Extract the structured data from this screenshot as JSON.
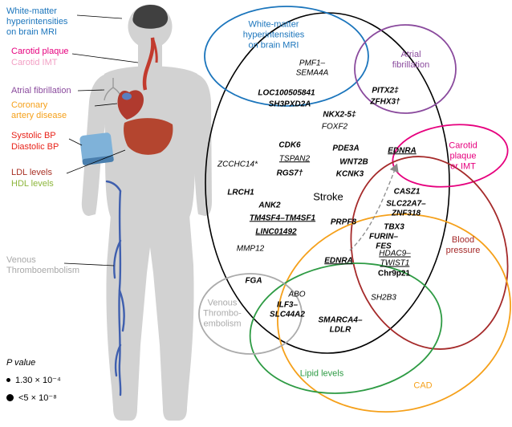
{
  "left_labels": [
    {
      "text": "White-matter\nhyperintensities\non brain MRI",
      "color": "#1b75bc"
    },
    {
      "text": "Carotid plaque",
      "color": "#e6007e"
    },
    {
      "text": "Carotid IMT",
      "color": "#f2a0c4"
    },
    {
      "text": "Atrial fibrillation",
      "color": "#8a4a9d"
    },
    {
      "text": "Coronary\nartery disease",
      "color": "#f5a01a"
    },
    {
      "text": "Systolic BP",
      "color": "#e8231a"
    },
    {
      "text": "Diastolic BP",
      "color": "#e8231a"
    },
    {
      "text": "LDL levels",
      "color": "#a93226"
    },
    {
      "text": "HDL levels",
      "color": "#8db63c"
    },
    {
      "text": "Venous\nThromboembolism",
      "color": "#a8a8a8"
    }
  ],
  "legend": {
    "title": "P value",
    "items": [
      {
        "label": "1.30 × 10⁻⁴"
      },
      {
        "label": "<5 × 10⁻⁸"
      }
    ]
  },
  "venn": {
    "sets": [
      {
        "name": "Stroke",
        "color": "#000000"
      },
      {
        "name": "White-matter hyperintensities on brain MRI",
        "color": "#1b75bc"
      },
      {
        "name": "Atrial fibrillation",
        "color": "#8a4a9d"
      },
      {
        "name": "Carotid plaque or IMT",
        "color": "#e6007e"
      },
      {
        "name": "Blood pressure",
        "color": "#a52a2a"
      },
      {
        "name": "CAD",
        "color": "#f5a01a"
      },
      {
        "name": "Lipid levels",
        "color": "#2e9b44"
      },
      {
        "name": "Venous Thromboembolism",
        "color": "#ababab"
      }
    ],
    "labels": {
      "stroke": "Stroke",
      "wmh": "White-matter\nhyperintensities\non brain MRI",
      "af": "Atrial\nfibrillation",
      "carotid": "Carotid plaque\nor IMT",
      "bp": "Blood\npressure",
      "cad": "CAD",
      "lipid": "Lipid levels",
      "vte": "Venous\nThrombo-\nembolism"
    }
  },
  "genes": [
    {
      "text": "PMF1–\nSEMA4A"
    },
    {
      "text": "LOC100505841"
    },
    {
      "text": "SH3PXD2A"
    },
    {
      "text": "NKX2-5‡"
    },
    {
      "text": "FOXF2"
    },
    {
      "text": "PITX2‡"
    },
    {
      "text": "ZFHX3†"
    },
    {
      "text": "CDK6"
    },
    {
      "text": "PDE3A"
    },
    {
      "text": "ZCCHC14*"
    },
    {
      "text": "TSPAN2"
    },
    {
      "text": "WNT2B"
    },
    {
      "text": "RGS7†"
    },
    {
      "text": "KCNK3"
    },
    {
      "text": "LRCH1"
    },
    {
      "text": "ANK2"
    },
    {
      "text": "TM4SF4–TM4SF1"
    },
    {
      "text": "PRPF8"
    },
    {
      "text": "LINC01492"
    },
    {
      "text": "MMP12"
    },
    {
      "text": "EDNRA"
    },
    {
      "text": "CASZ1"
    },
    {
      "text": "SLC22A7–\nZNF318"
    },
    {
      "text": "TBX3"
    },
    {
      "text": "FURIN–\nFES"
    },
    {
      "text": "HDAC9–\nTWIST1"
    },
    {
      "text": "Chr9p21"
    },
    {
      "text": "EDNRA"
    },
    {
      "text": "SH2B3"
    },
    {
      "text": "FGA"
    },
    {
      "text": "ABO"
    },
    {
      "text": "ILF3–\nSLC44A2"
    },
    {
      "text": "SMARCA4–\nLDLR"
    }
  ]
}
